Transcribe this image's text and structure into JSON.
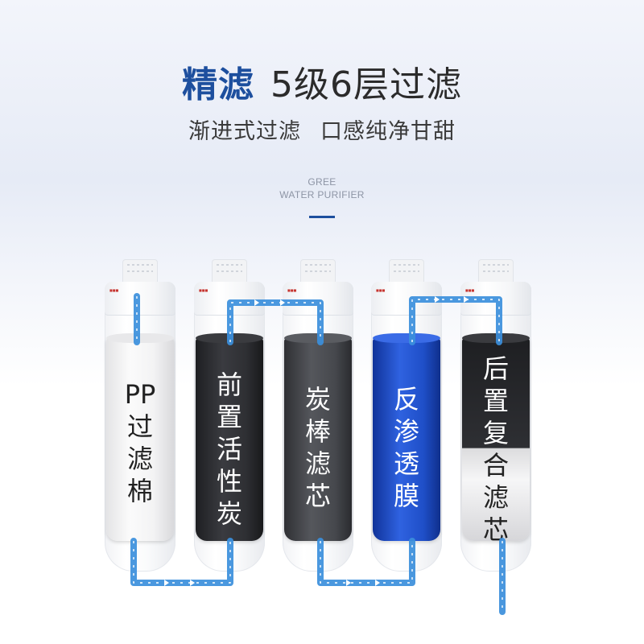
{
  "header": {
    "title_accent": "精滤",
    "title_rest": "5级6层过滤",
    "subtitle_left": "渐进式过滤",
    "subtitle_right": "口感纯净甘甜",
    "brand_line1": "GREE",
    "brand_line2": "WATER PURIFIER"
  },
  "filters": [
    {
      "label_lines": [
        "PP",
        "过",
        "滤",
        "棉"
      ],
      "material": "pp-cotton"
    },
    {
      "label_lines": [
        "前",
        "置",
        "活",
        "性",
        "炭"
      ],
      "material": "activated-carbon"
    },
    {
      "label_lines": [
        "炭",
        "棒",
        "滤",
        "芯"
      ],
      "material": "carbon-rod"
    },
    {
      "label_lines": [
        "反",
        "渗",
        "透",
        "膜"
      ],
      "material": "reverse-osmosis"
    },
    {
      "label_lines": [
        "后",
        "置",
        "复",
        "合",
        "滤",
        "芯"
      ],
      "material": "post-composite"
    }
  ],
  "colors": {
    "accent": "#1d4f9e",
    "water_pipe": "#3b8fdc",
    "pp_white": "#f2f2f2",
    "carbon_dark": "#2e2f33",
    "carbon_gray": "#46484d",
    "ro_blue": "#1f4fc8"
  }
}
